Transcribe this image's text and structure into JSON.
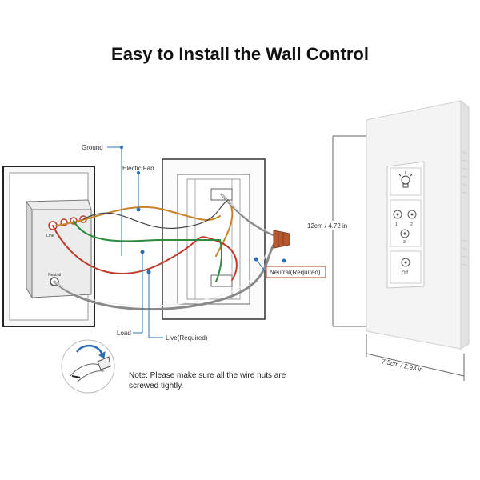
{
  "title": "Easy to Install the Wall Control",
  "labels": {
    "ground": "Ground",
    "electric_fan": "Electic Fan",
    "load": "Load",
    "live": "Live(Required)",
    "neutral": "Neutral(Required)",
    "height": "12cm / 4.72 in",
    "width": "7.5cm / 2.93 in",
    "note_line1": "Note: Please make sure all the wire nuts are",
    "note_line2": "screwed tightly.",
    "off": "Off",
    "terminal_line": "Line",
    "terminal_neutral": "Neutral"
  },
  "speeds": [
    "1",
    "2",
    "3"
  ],
  "colors": {
    "wire_brown": "#c8842a",
    "wire_red": "#c0392b",
    "wire_green": "#2e8b3e",
    "wire_gray": "#8a8a8a",
    "leader_blue": "#2a6fb5",
    "wire_nut": "#b5592e",
    "neutral_box": "#c0392b"
  }
}
